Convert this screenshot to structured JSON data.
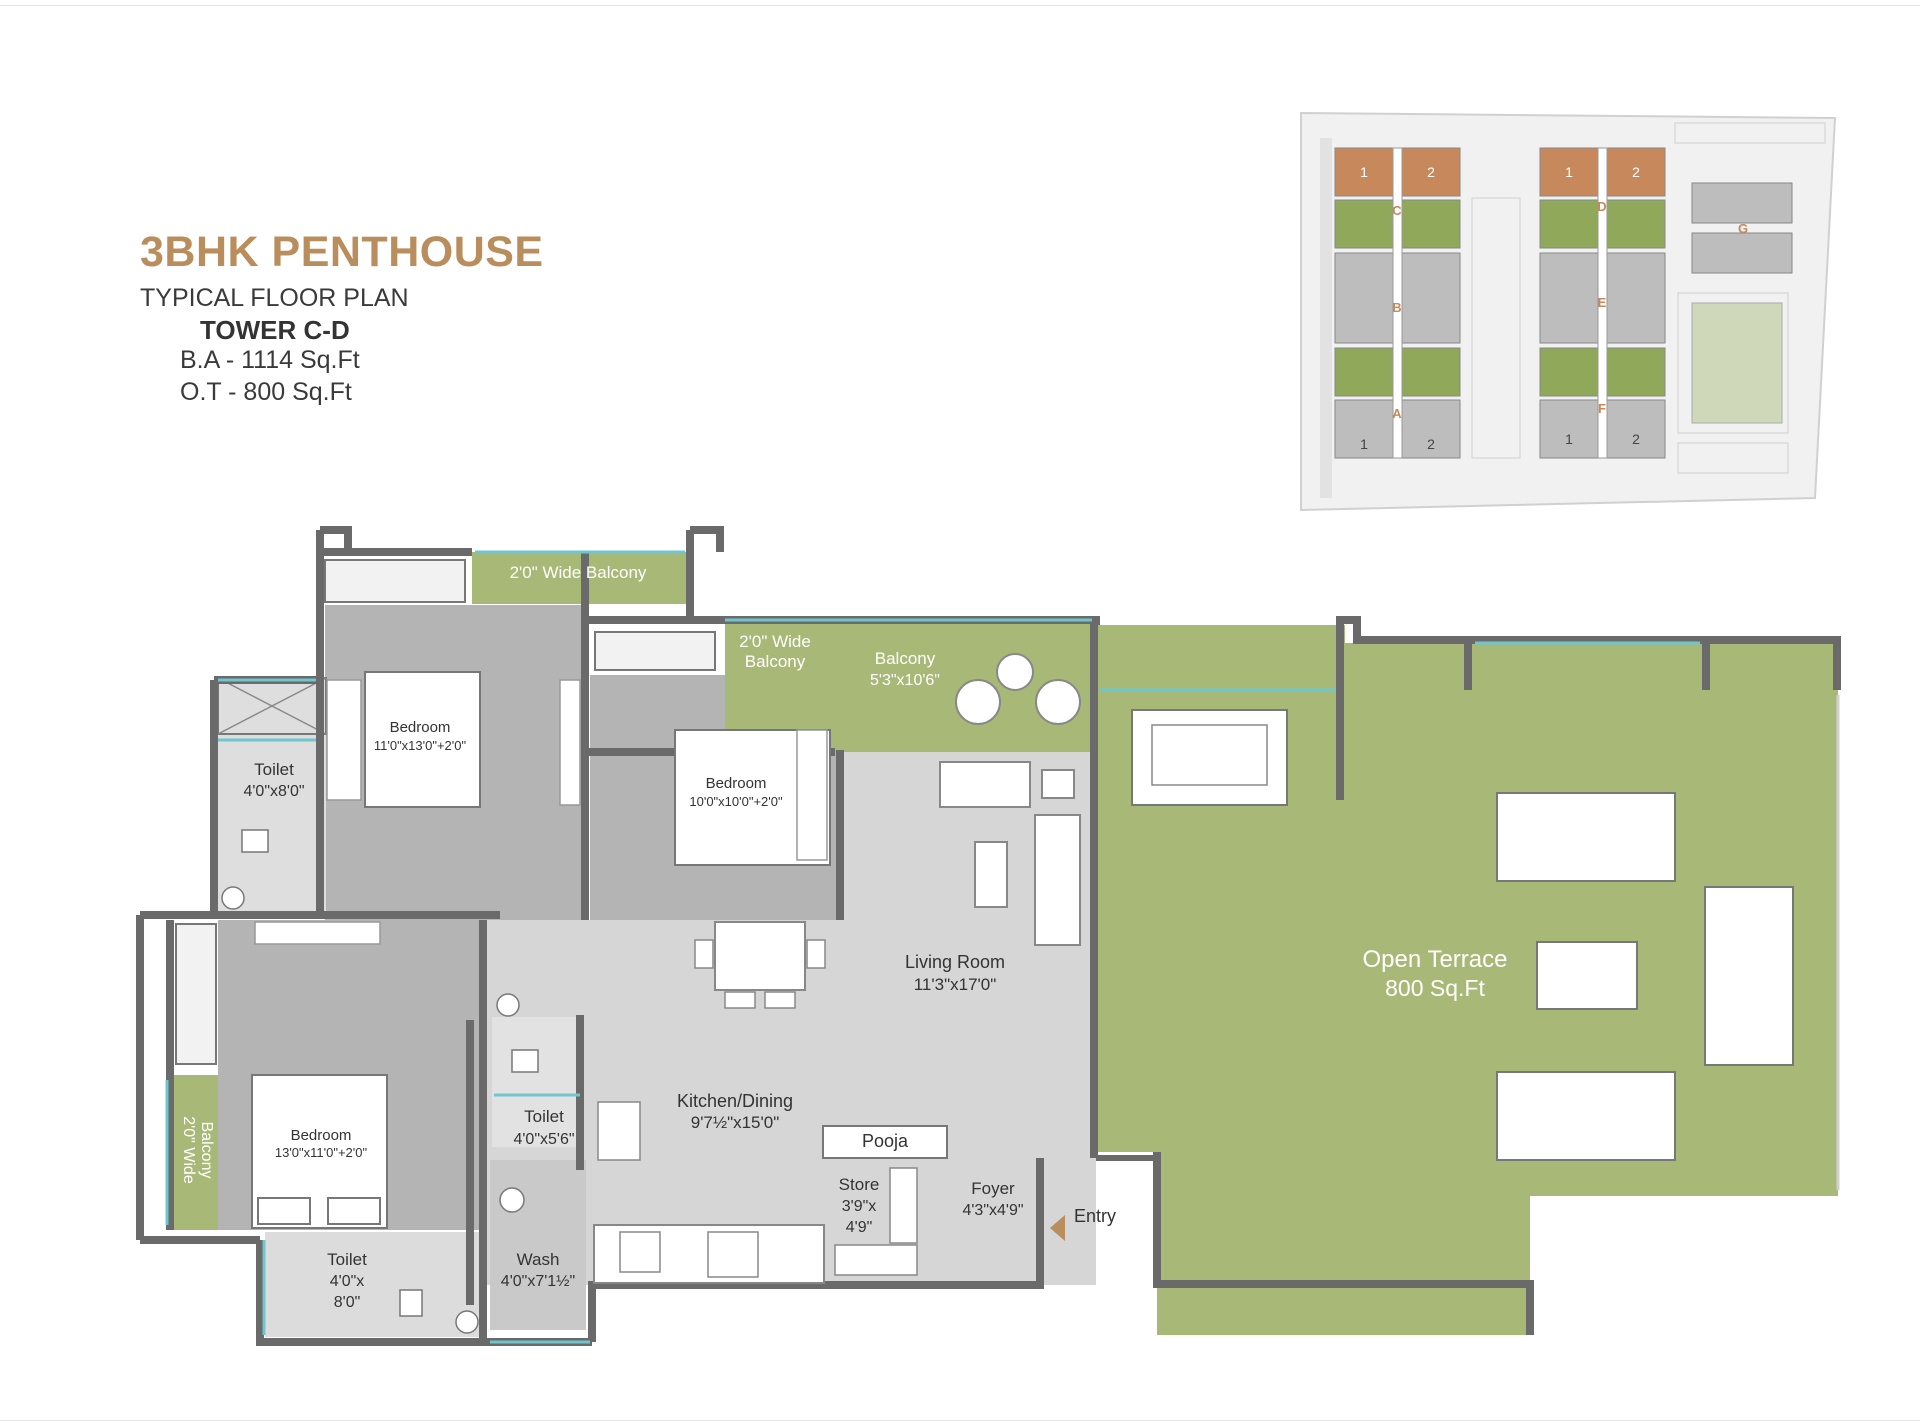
{
  "header": {
    "title": "3BHK PENTHOUSE",
    "subtitle": "TYPICAL FLOOR PLAN",
    "tower": "TOWER C-D",
    "built_area": "B.A - 1114 Sq.Ft",
    "open_terrace": "O.T - 800   Sq.Ft"
  },
  "rooms": {
    "bedroom1": {
      "name": "Bedroom",
      "size": "11'0\"x13'0\"+2'0\""
    },
    "bedroom2": {
      "name": "Bedroom",
      "size": "10'0\"x10'0\"+2'0\""
    },
    "bedroom3": {
      "name": "Bedroom",
      "size": "13'0\"x11'0\"+2'0\""
    },
    "toilet1": {
      "name": "Toilet",
      "size": "4'0\"x8'0\""
    },
    "toilet2": {
      "name": "Toilet",
      "size": "4'0\"x5'6\""
    },
    "toilet3": {
      "name": "Toilet",
      "size1": "4'0\"x",
      "size2": "8'0\""
    },
    "balcony_top": "2'0\" Wide Balcony",
    "balcony_mid1": "2'0\" Wide",
    "balcony_mid2": "Balcony",
    "balcony_main": {
      "name": "Balcony",
      "size": "5'3\"x10'6\""
    },
    "balcony_side1": "2'0\" Wide",
    "balcony_side2": "Balcony",
    "living": {
      "name": "Living Room",
      "size": "11'3\"x17'0\""
    },
    "kitchen": {
      "name": "Kitchen/Dining",
      "size": "9'7½\"x15'0\""
    },
    "pooja": "Pooja",
    "store": {
      "name": "Store",
      "size1": "3'9\"x",
      "size2": "4'9\""
    },
    "foyer": {
      "name": "Foyer",
      "size": "4'3\"x4'9\""
    },
    "wash": {
      "name": "Wash",
      "size": "4'0\"x7'1½\""
    },
    "entry": "Entry",
    "terrace": {
      "name": "Open Terrace",
      "size": "800 Sq.Ft"
    }
  },
  "site_plan": {
    "units_top_left": [
      "1",
      "2"
    ],
    "units_top_right": [
      "1",
      "2"
    ],
    "units_bottom_left": [
      "1",
      "2"
    ],
    "units_bottom_right": [
      "1",
      "2"
    ],
    "tower_letters": [
      "C",
      "B",
      "A",
      "D",
      "E",
      "F",
      "G"
    ]
  },
  "colors": {
    "title": "#b98e5c",
    "green": "#a8b977",
    "gray_dark": "#b4b4b4",
    "gray_light": "#d6d6d6",
    "wall": "#707070",
    "unit_highlight": "#c7895c"
  }
}
